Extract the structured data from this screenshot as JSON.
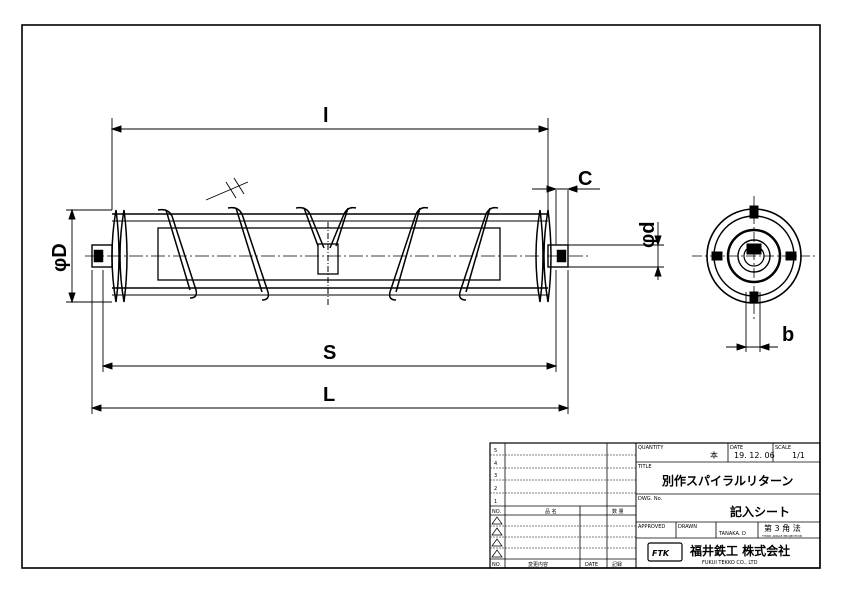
{
  "dimensions": {
    "length_l_upper": "l",
    "diameter_D": "φD",
    "diameter_d": "φd",
    "clearance_C": "C",
    "shaft_length_S": "S",
    "overall_length_L": "L",
    "key_width_b": "b"
  },
  "title_block": {
    "revision_numbers": [
      "5",
      "4",
      "3",
      "2",
      "1"
    ],
    "revision_header": {
      "no": "NO.",
      "item": "品 名",
      "qty": "数 量"
    },
    "change_header": {
      "no": "NO.",
      "content": "変更内容",
      "date": "DATE",
      "sign": "記録"
    },
    "quantity_label": "QUANTITY",
    "quantity_value": "本",
    "date_label": "DATE",
    "date_value": "19. 12. 06",
    "scale_label": "SCALE",
    "scale_value": "1/1",
    "title_label": "TITLE",
    "title_value": "別作スパイラルリターン",
    "dwg_no_label": "DWG. No.",
    "dwg_no_value": "記入シート",
    "approved_label": "APPROVED",
    "drawn_label": "DRAWN",
    "drawn_value": "TANAKA. D",
    "projection_label": "第 3 角 法",
    "projection_sub": "THIRD ANGLE PROJECTION",
    "company_logo": "FTK",
    "company_name_jp": "福井鉄工 株式会社",
    "company_name_en": "FUKUI TEKKO CO., LTD"
  }
}
